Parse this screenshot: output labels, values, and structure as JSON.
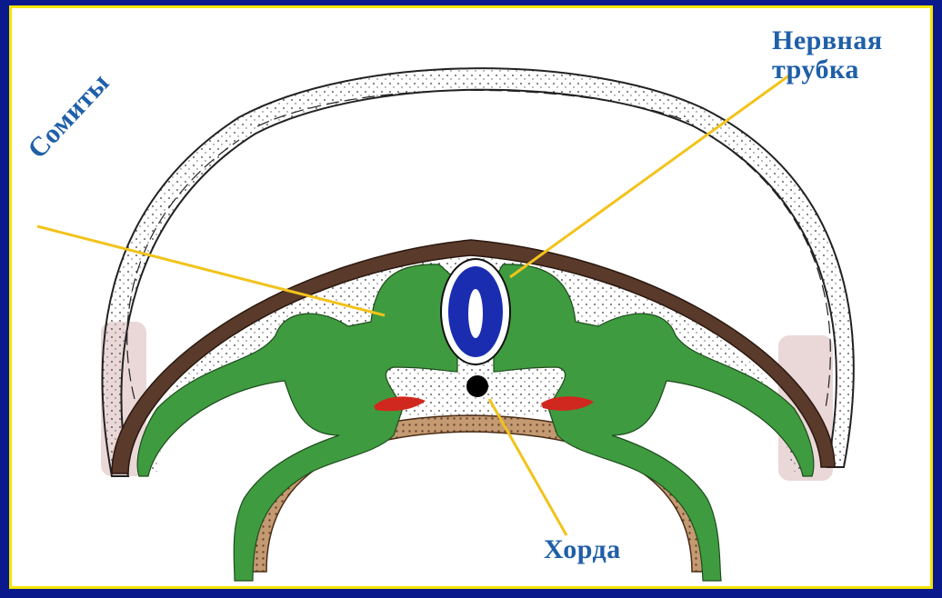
{
  "labels": {
    "neural_tube": "Нервная трубка",
    "somites": "Сомиты",
    "chorda": "Хорда"
  },
  "colors": {
    "background": "#0a1a8c",
    "frame_border": "#f5e600",
    "label_text": "#1f5fa8",
    "pointer_lines": "#f2c31c",
    "somite_mesoderm": "#3f9b3f",
    "neural_tube": "#1a2db0",
    "chorda": "#000000",
    "ectoderm_band": "#5a3a2a",
    "endoderm_band": "#b08060",
    "blood_islands": "#d0281e"
  }
}
